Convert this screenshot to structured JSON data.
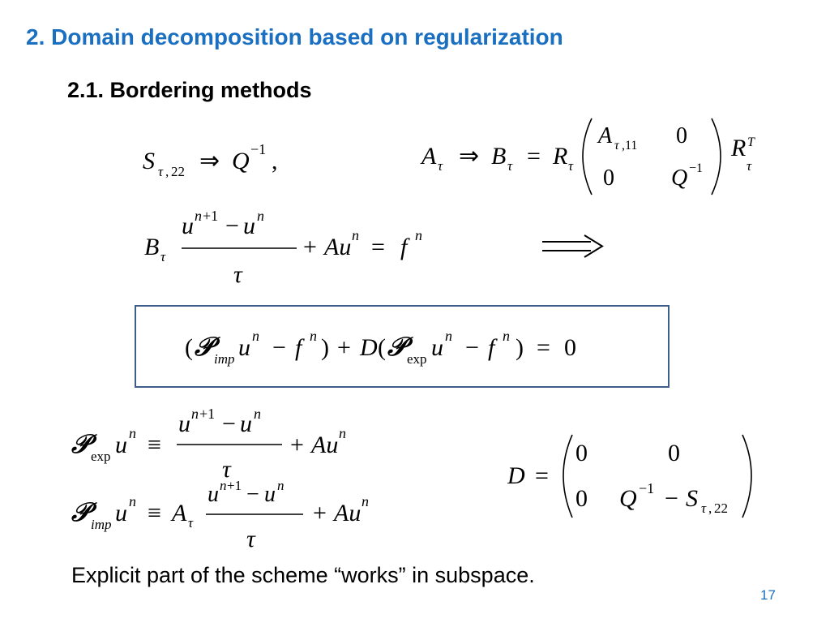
{
  "slide": {
    "title": "2. Domain decomposition based on regularization",
    "subtitle": "2.1. Bordering methods",
    "footer_text": "Explicit part of the scheme “works” in subspace.",
    "page_number": "17",
    "title_color": "#1b6fc1",
    "box_border_color": "#3f5d8a"
  },
  "equations": {
    "schur_map": "S_{τ,22} ⇒ Q^{-1},",
    "a_to_b": "A_τ ⇒ B_τ = R_τ [[A_{τ,11}, 0], [0, Q^{-1}]] R_τ^T",
    "scheme": "B_τ (u^{n+1} − u^n)/τ + Au^n = f^n",
    "implies_arrow": "⟹",
    "boxed_identity": "(𝒫_imp u^n − f^n) + D(𝒫_exp u^n − f^n) = 0",
    "p_exp": "𝒫_exp u^n ≡ (u^{n+1} − u^n)/τ + Au^n",
    "p_imp": "𝒫_imp u^n ≡ A_τ (u^{n+1} − u^n)/τ + Au^n",
    "d_matrix": "D = [[0, 0], [0, Q^{-1} − S_{τ,22}]]"
  }
}
